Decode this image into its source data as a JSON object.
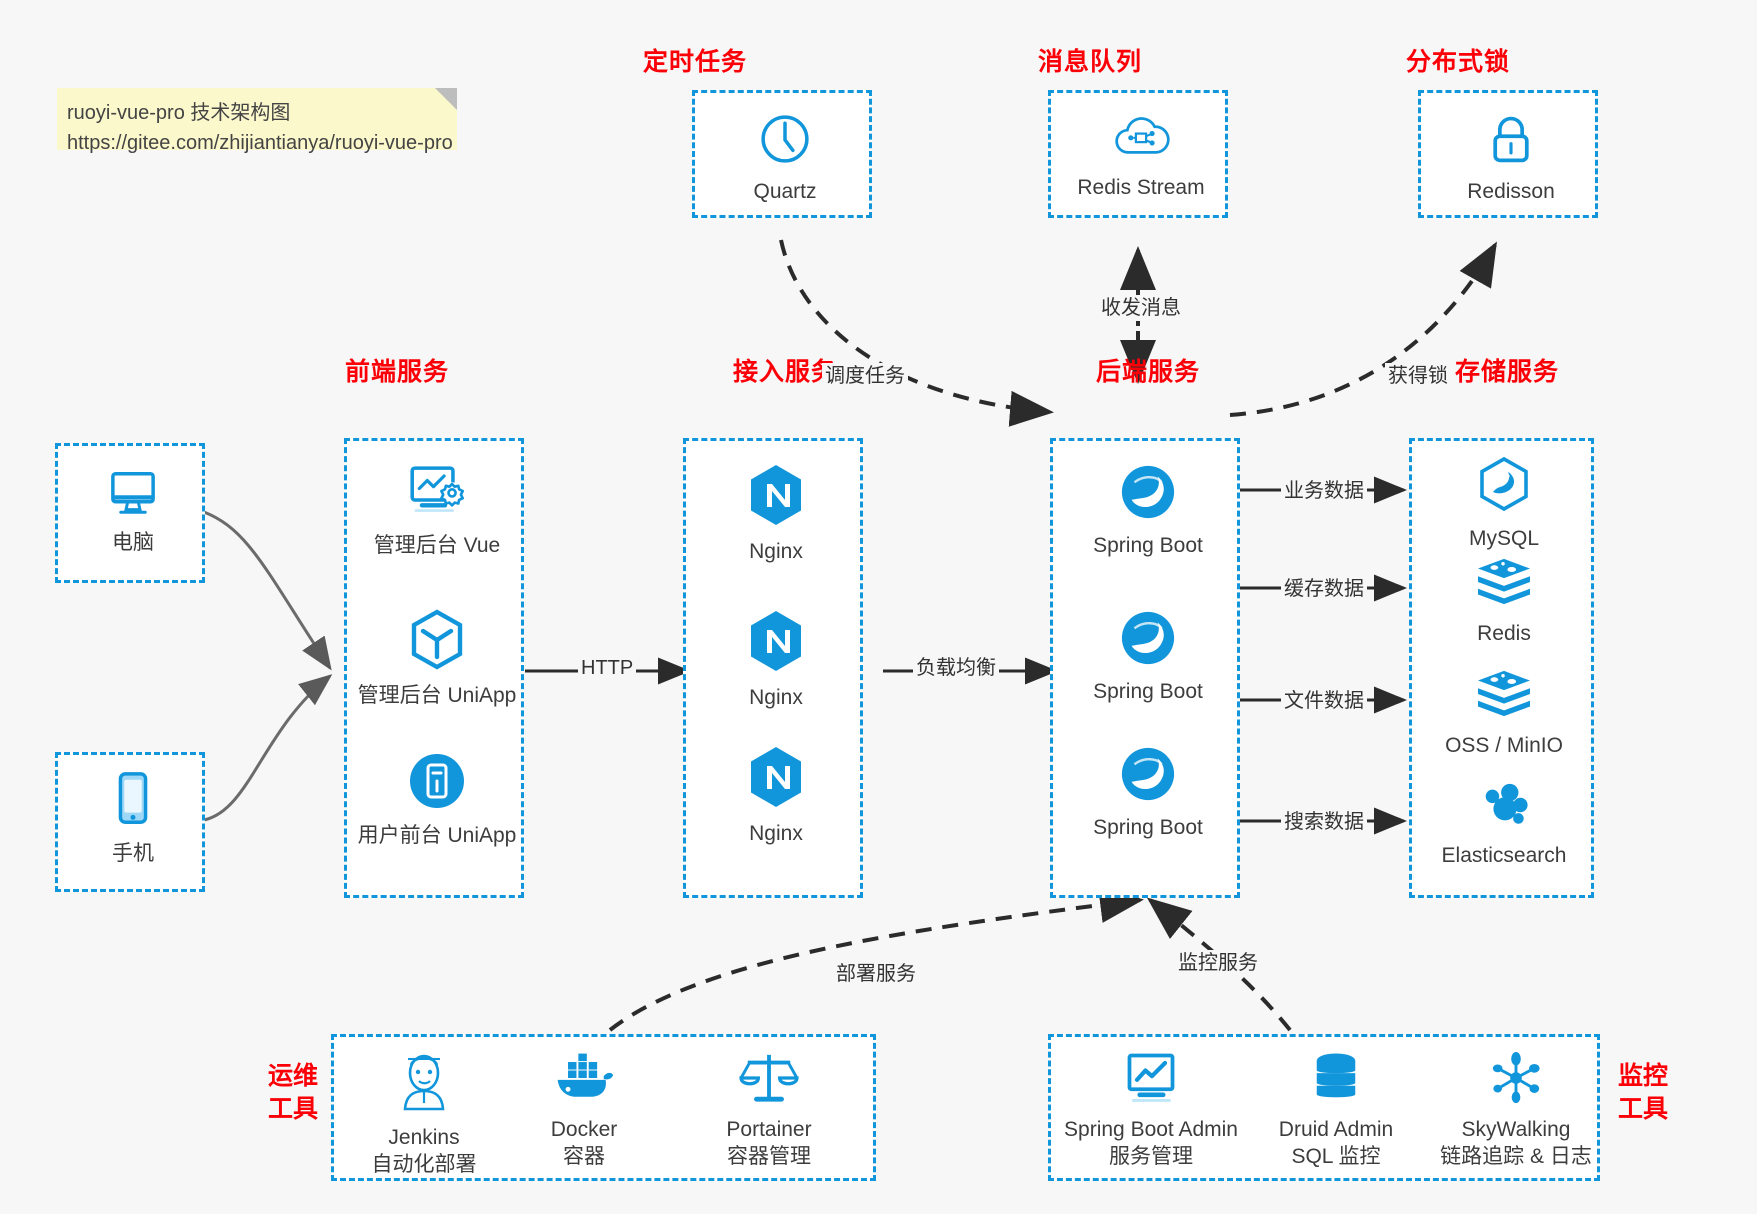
{
  "note": {
    "line1": "ruoyi-vue-pro 技术架构图",
    "line2": "https://gitee.com/zhijiantianya/ruoyi-vue-pro"
  },
  "groups": {
    "scheduled_task": "定时任务",
    "message_queue": "消息队列",
    "distributed_lock": "分布式锁",
    "frontend_service": "前端服务",
    "gateway_service": "接入服务",
    "backend_service": "后端服务",
    "storage_service": "存储服务",
    "devops_tools": "运维\n工具",
    "devops_tools_l1": "运维",
    "devops_tools_l2": "工具",
    "monitor_tools_l1": "监控",
    "monitor_tools_l2": "工具"
  },
  "nodes": {
    "quartz": {
      "label": "Quartz",
      "icon": "clock-icon"
    },
    "redis_stream": {
      "label": "Redis Stream",
      "icon": "cloud-stream-icon"
    },
    "redisson": {
      "label": "Redisson",
      "icon": "lock-icon"
    },
    "computer": {
      "label": "电脑",
      "icon": "desktop-icon"
    },
    "phone": {
      "label": "手机",
      "icon": "mobile-icon"
    },
    "admin_vue": {
      "label": "管理后台 Vue",
      "icon": "dashboard-icon"
    },
    "admin_uniapp": {
      "label": "管理后台 UniApp",
      "icon": "cube-icon"
    },
    "user_uniapp": {
      "label": "用户前台 UniApp",
      "icon": "app-icon"
    },
    "nginx1": {
      "label": "Nginx",
      "icon": "nginx-icon"
    },
    "nginx2": {
      "label": "Nginx",
      "icon": "nginx-icon"
    },
    "nginx3": {
      "label": "Nginx",
      "icon": "nginx-icon"
    },
    "springboot1": {
      "label": "Spring Boot",
      "icon": "spring-icon"
    },
    "springboot2": {
      "label": "Spring Boot",
      "icon": "spring-icon"
    },
    "springboot3": {
      "label": "Spring Boot",
      "icon": "spring-icon"
    },
    "mysql": {
      "label": "MySQL",
      "icon": "mysql-icon"
    },
    "redis": {
      "label": "Redis",
      "icon": "redis-icon"
    },
    "oss_minio": {
      "label": "OSS / MinIO",
      "icon": "redis-icon"
    },
    "elasticsearch": {
      "label": "Elasticsearch",
      "icon": "elasticsearch-icon"
    },
    "jenkins": {
      "label": "Jenkins",
      "sublabel": "自动化部署",
      "icon": "jenkins-icon"
    },
    "docker": {
      "label": "Docker",
      "sublabel": "容器",
      "icon": "docker-icon"
    },
    "portainer": {
      "label": "Portainer",
      "sublabel": "容器管理",
      "icon": "scales-icon"
    },
    "spring_boot_admin": {
      "label": "Spring Boot Admin",
      "sublabel": "服务管理",
      "icon": "monitor-chart-icon"
    },
    "druid_admin": {
      "label": "Druid Admin",
      "sublabel": "SQL 监控",
      "icon": "database-icon"
    },
    "skywalking": {
      "label": "SkyWalking",
      "sublabel": "链路追踪 & 日志",
      "icon": "skywalking-icon"
    }
  },
  "edges": {
    "http": "HTTP",
    "load_balance": "负载均衡",
    "schedule_task": "调度任务",
    "send_receive_message": "收发消息",
    "acquire_lock": "获得锁",
    "business_data": "业务数据",
    "cache_data": "缓存数据",
    "file_data": "文件数据",
    "search_data": "搜索数据",
    "deploy_service": "部署服务",
    "monitor_service": "监控服务"
  },
  "colors": {
    "accent_blue": "#1296db",
    "title_red": "#fb0007",
    "note_yellow": "#fbf8cc",
    "background": "#f7f7f7",
    "line_gray": "#555555"
  }
}
